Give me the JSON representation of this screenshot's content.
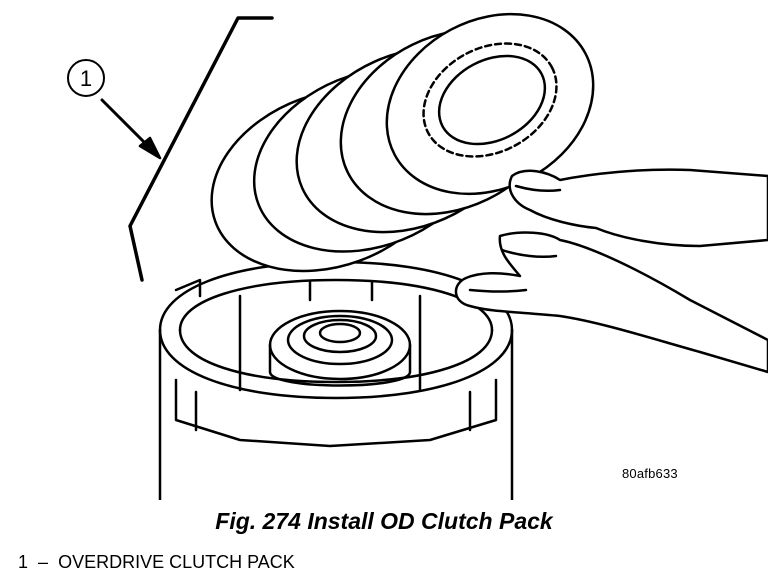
{
  "figure": {
    "callout_number": "1",
    "image_code": "80afb633",
    "caption": "Fig. 274 Install OD Clutch Pack",
    "legend": [
      {
        "number": "1",
        "separator": "–",
        "text": "OVERDRIVE CLUTCH PACK"
      }
    ]
  }
}
